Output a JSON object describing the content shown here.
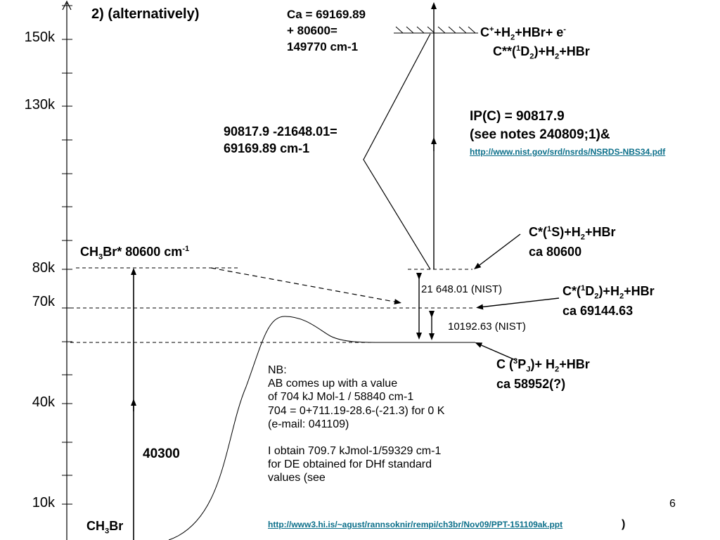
{
  "title": "2) (alternatively)",
  "y_ticks": [
    "150k",
    "130k",
    "80k",
    "70k",
    "40k",
    "10k"
  ],
  "calc_ca": [
    "Ca = 69169.89",
    "+ 80600=",
    "149770 cm-1"
  ],
  "calc_diff": [
    "90817.9 -21648.01=",
    "69169.89 cm-1"
  ],
  "ionized_label": {
    "main": "C",
    "sup": "+",
    "rest": "+H",
    "sub": "2",
    "tail": "+HBr+ e",
    "sup2": "-"
  },
  "c_star_star": {
    "a": "C**(",
    "sup": "1",
    "b": "D",
    "sub": "2",
    "c": ")+H",
    "sub2": "2",
    "d": "+HBr"
  },
  "ip_block": [
    "IP(C) = 90817.9",
    "(see notes 240809;1)&"
  ],
  "nist_link": "http://www.nist.gov/srd/nsrds/NSRDS-NBS34.pdf",
  "c_1s": {
    "a": "C*(",
    "sup": "1",
    "b": "S)+H",
    "sub": "2",
    "c": "+HBr",
    "value": "ca 80600"
  },
  "ch3br_star": {
    "a": "CH",
    "sub": "3",
    "b": "Br*  80600 cm",
    "sup": "-1"
  },
  "nist_gap1": "21 648.01 (NIST)",
  "nist_gap2": "10192.63 (NIST)",
  "c_1d2": {
    "a": "C*(",
    "sup": "1",
    "b": "D",
    "sub": "2",
    "c": ")+H",
    "sub2": "2",
    "d": "+HBr",
    "value": "ca 69144.63"
  },
  "c_3pj": {
    "a": "C (",
    "sup": "3",
    "b": "P",
    "sub": "J",
    "c": ")+ H",
    "sub2": "2",
    "d": "+HBr",
    "value": "ca 58952(?)"
  },
  "nb_lines": [
    "NB:",
    "AB comes up with a value",
    "of 704 kJ Mol-1 / 58840 cm-1",
    "704 = 0+711.19-28.6-(-21.3) for 0 K",
    "(e-mail: 041109)",
    "",
    "I obtain 709.7 kJmol-1/59329 cm-1",
    "for DE obtained for DHf standard",
    "values (see"
  ],
  "bottom_link": "http://www3.hi.is/~agust/rannsoknir/rempi/ch3br/Nov09/PPT-151109ak.ppt",
  "bottom_paren": ")",
  "excitation_label": "40300",
  "ch3br": {
    "a": "CH",
    "sub": "3",
    "b": "Br"
  },
  "page_number": "6"
}
